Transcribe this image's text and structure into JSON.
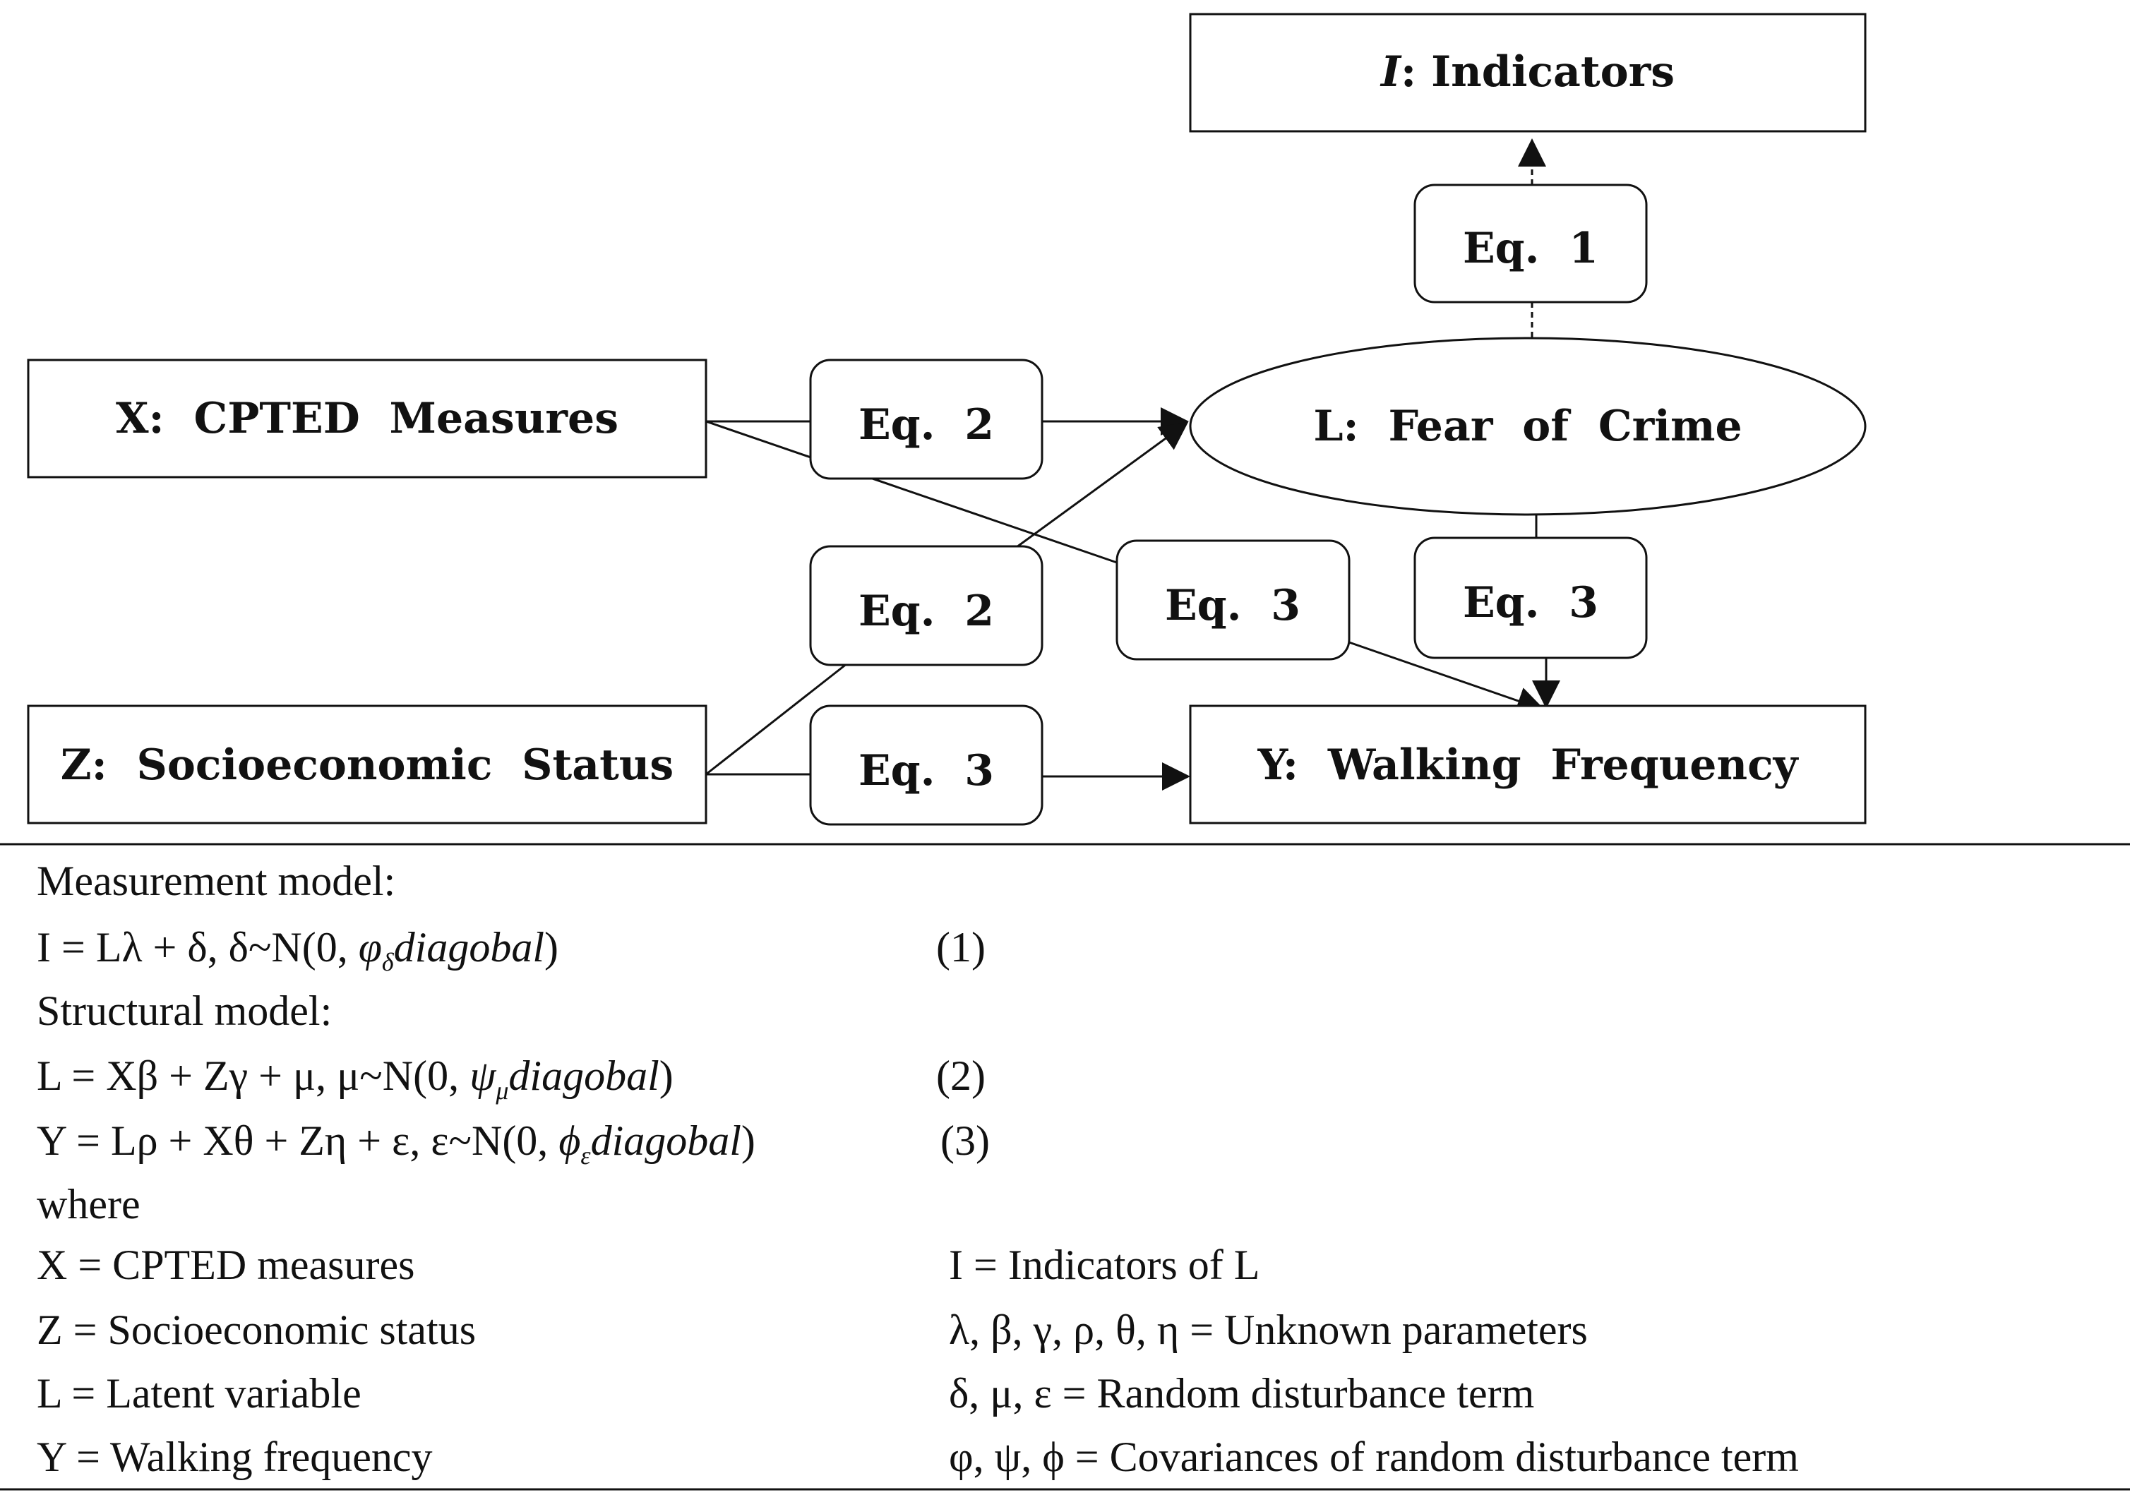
{
  "diagram": {
    "nodes": {
      "indicators": {
        "prefix": "I",
        "label": ": Indicators"
      },
      "cpted": {
        "label": "X:  CPTED  Measures"
      },
      "ses": {
        "label": "Z:  Socioeconomic  Status"
      },
      "fear": {
        "label": "L:  Fear  of  Crime"
      },
      "walking": {
        "label": "Y:  Walking  Frequency"
      }
    },
    "equation_labels": {
      "eq1": "Eq.  1",
      "eq2_top": "Eq.  2",
      "eq2_mid": "Eq.  2",
      "eq3_cross": "Eq.  3",
      "eq3_right": "Eq.  3",
      "eq3_bottom": "Eq.  3"
    }
  },
  "legend": {
    "measurement_heading": "Measurement model:",
    "eq1_lhs": "I = Lλ + δ, δ~N(0, ",
    "eq1_sym": "φ",
    "eq1_sub": "δ",
    "eq1_tail": "diagobal",
    "eq1_close": ")",
    "eq1_num": "(1)",
    "structural_heading": "Structural model:",
    "eq2_lhs": "L = Xβ + Zγ + μ, μ~N(0, ",
    "eq2_sym": "ψ",
    "eq2_sub": "μ",
    "eq2_tail": "diagobal",
    "eq2_close": ")",
    "eq2_num": "(2)",
    "eq3_lhs": "Y = Lρ + Xθ + Zη + ε, ε~N(0, ",
    "eq3_sym": "ϕ",
    "eq3_sub": "ε",
    "eq3_tail": "diagobal",
    "eq3_close": ")",
    "eq3_num": "(3)",
    "where": "where",
    "definitions_left": [
      "X = CPTED measures",
      "Z = Socioeconomic status",
      "L = Latent variable",
      "Y = Walking frequency"
    ],
    "definitions_right": [
      "I = Indicators of L",
      "λ, β, γ, ρ, θ, η  = Unknown parameters",
      "δ, μ, ε  = Random disturbance term",
      "φ, ψ, ϕ  = Covariances of random disturbance term"
    ]
  }
}
